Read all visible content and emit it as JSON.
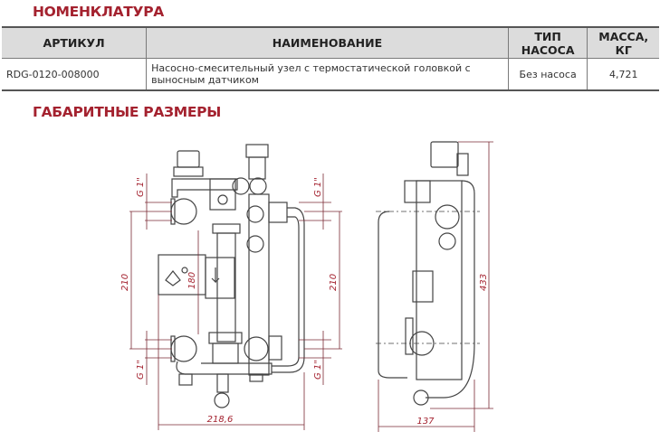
{
  "sections": {
    "nomenclature_title": "НОМЕНКЛАТУРА",
    "dimensions_title": "ГАБАРИТНЫЕ РАЗМЕРЫ"
  },
  "table": {
    "headers": [
      "АРТИКУЛ",
      "НАИМЕНОВАНИЕ",
      "ТИП НАСОСА",
      "МАССА, КГ"
    ],
    "rows": [
      {
        "article": "RDG-0120-008000",
        "name": "Насосно-смесительный узел с термостатической головкой с выносным датчиком",
        "pump_type": "Без насоса",
        "mass": "4,721"
      }
    ]
  },
  "drawing": {
    "front_view": {
      "thread_top_left": "G 1\"",
      "thread_bottom_left": "G 1\"",
      "thread_top_right": "G 1\"",
      "thread_bottom_right": "G 1\"",
      "height_left": "210",
      "height_right": "210",
      "inner_height": "180",
      "width": "218,6"
    },
    "side_view": {
      "height": "433",
      "depth": "137"
    }
  },
  "colors": {
    "accent": "#a4222f",
    "header_bg": "#dcdcdc",
    "line": "#444444"
  }
}
